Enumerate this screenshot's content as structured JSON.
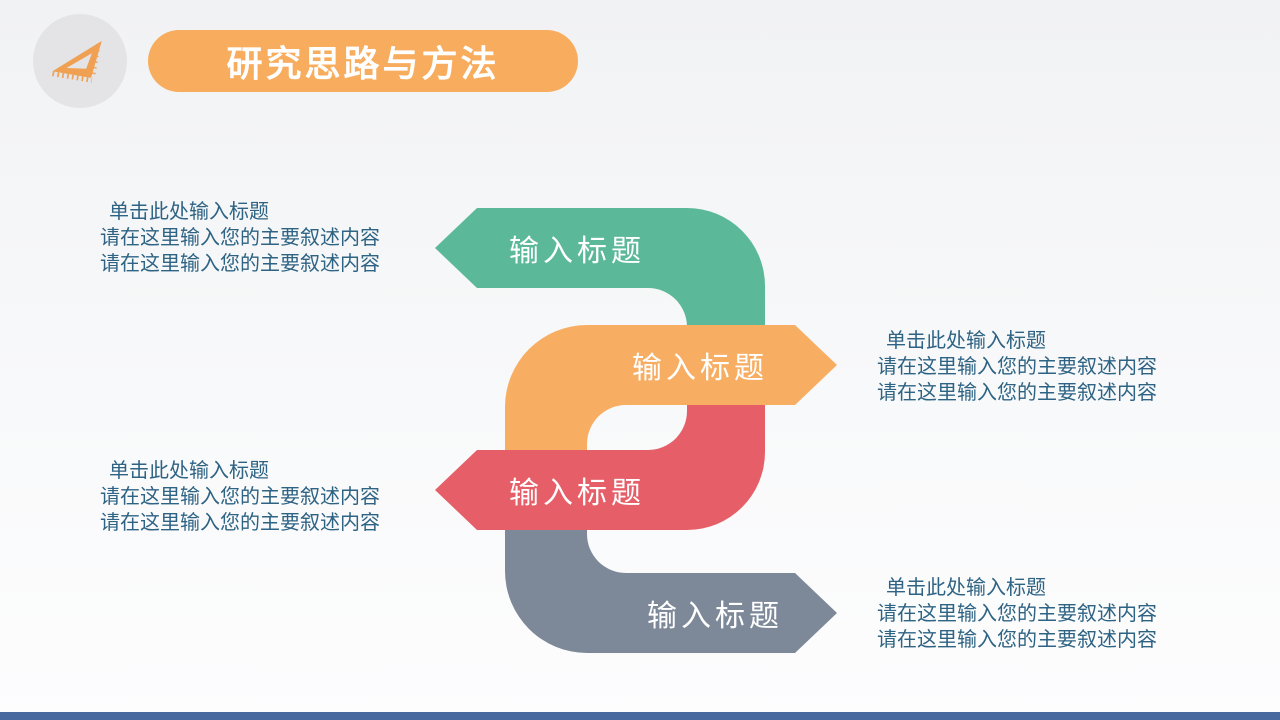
{
  "slide": {
    "header": {
      "title": "研究思路与方法",
      "pill_color": "#F8AC5E",
      "icon": "set-square-icon",
      "icon_color": "#EFA052",
      "circle_color": "#E4E4E7"
    },
    "background_top": "#F1F2F4",
    "background_bottom": "#FDFDFE",
    "footer_bar_color": "#47699E"
  },
  "diagram": {
    "type": "snake-flow",
    "label_text_color": "#FFFFFF",
    "body_text_color": "#2E6384",
    "steps": [
      {
        "label": "输入标题",
        "color": "#5BB999",
        "arrow_direction": "left",
        "note": {
          "heading": "单击此处输入标题",
          "line2": "请在这里输入您的主要叙述内容",
          "line3": "请在这里输入您的主要叙述内容"
        }
      },
      {
        "label": "输入标题",
        "color": "#F7AE63",
        "arrow_direction": "right",
        "note": {
          "heading": "单击此处输入标题",
          "line2": "请在这里输入您的主要叙述内容",
          "line3": "请在这里输入您的主要叙述内容"
        }
      },
      {
        "label": "输入标题",
        "color": "#E65F68",
        "arrow_direction": "left",
        "note": {
          "heading": "单击此处输入标题",
          "line2": "请在这里输入您的主要叙述内容",
          "line3": "请在这里输入您的主要叙述内容"
        }
      },
      {
        "label": "输入标题",
        "color": "#7D8999",
        "arrow_direction": "right",
        "note": {
          "heading": "单击此处输入标题",
          "line2": "请在这里输入您的主要叙述内容",
          "line3": "请在这里输入您的主要叙述内容"
        }
      }
    ]
  }
}
